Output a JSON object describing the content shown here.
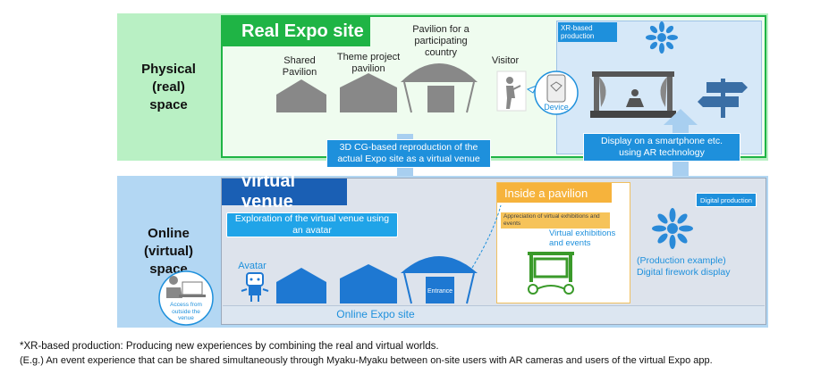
{
  "left_labels": {
    "physical": "Physical\n(real)\nspace",
    "online": "Online\n(virtual)\nspace"
  },
  "real_expo": {
    "title": "Real Expo site",
    "shared_pavilion": "Shared\nPavilion",
    "theme_pavilion": "Theme project\npavilion",
    "country_pavilion": "Pavilion for a\nparticipating\ncountry",
    "visitor": "Visitor",
    "device": "Device",
    "xr_production": "XR-based\nproduction"
  },
  "arrows": {
    "down_caption": "3D CG-based reproduction of the\nactual Expo site as a virtual venue",
    "up_caption": "Display on a smartphone etc.\nusing AR technology"
  },
  "virtual_venue": {
    "title": "virtual venue",
    "exploration": "Exploration of the virtual venue using\nan avatar",
    "avatar": "Avatar",
    "access": "Access from\noutside the\nvenue",
    "entrance": "Entrance",
    "site_label": "Online Expo site",
    "inside_pavilion": "Inside a pavilion",
    "appreciation": "Appreciation of virtual exhibitions and\nevents",
    "exhibitions": "Virtual exhibitions\nand events",
    "digital_production": "Digital production",
    "production_example": "(Production example)\nDigital  firework display"
  },
  "footnotes": {
    "line1": "*XR-based production: Producing new experiences by combining the real and virtual worlds.",
    "line2": "(E.g.) An event experience that can be shared simultaneously through Myaku-Myaku  between on-site users with AR cameras and users of the virtual Expo app."
  },
  "colors": {
    "physical_bg": "#b9f0c4",
    "real_tab": "#1fb445",
    "real_panel": "#effcef",
    "online_bg": "#b3d7f3",
    "virtual_tab": "#1a5fb4",
    "virtual_panel": "#dde3ec",
    "accent_blue": "#1e90dc",
    "inside_orange": "#f6b33c"
  },
  "icons": [
    "pavilion-icon",
    "visitor-icon",
    "device-icon",
    "stage-icon",
    "firework-icon",
    "signpost-icon",
    "avatar-icon",
    "laptop-user-icon",
    "exhibition-icon"
  ]
}
